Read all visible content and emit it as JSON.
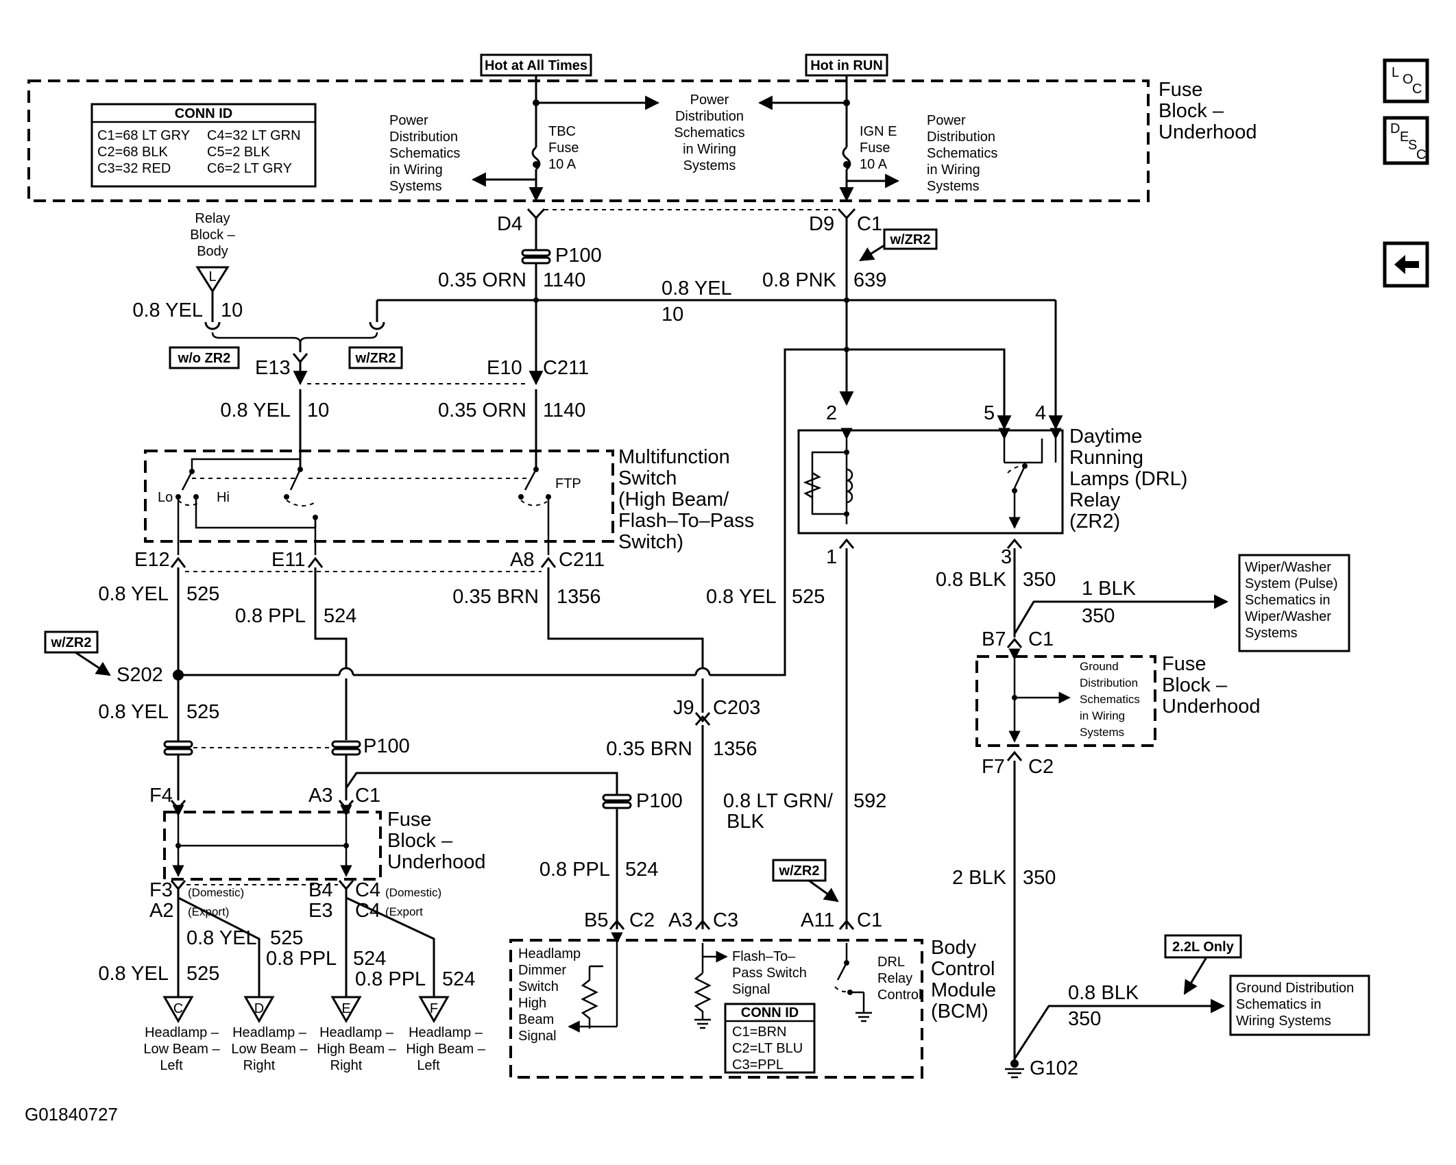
{
  "image_id": "G01840727",
  "sources": {
    "hot_all_times": "Hot at All Times",
    "hot_in_run": "Hot in RUN"
  },
  "fuse_block_top": {
    "label": [
      "Fuse",
      "Block –",
      "Underhood"
    ]
  },
  "conn_id_top": {
    "title": "CONN ID",
    "rows": [
      "C1=68 LT GRY",
      "C4=32 LT GRN",
      "C2=68 BLK",
      "C5=2 BLK",
      "C3=32 RED",
      "C6=2 LT GRY"
    ]
  },
  "tbc_fuse": [
    "TBC",
    "Fuse",
    "10 A"
  ],
  "ign_fuse": [
    "IGN E",
    "Fuse",
    "10 A"
  ],
  "pds_center": [
    "Power",
    "Distribution",
    "Schematics",
    "in Wiring",
    "Systems"
  ],
  "pds_left": [
    "Power",
    "Distribution",
    "Schematics",
    "in Wiring",
    "Systems"
  ],
  "pds_right": [
    "Power",
    "Distribution",
    "Schematics",
    "in Wiring",
    "Systems"
  ],
  "relay_block": [
    "Relay",
    "Block –",
    "Body"
  ],
  "relay_block_terminal": "L",
  "conn": {
    "d4": "D4",
    "d9": "D9",
    "c1_top": "C1",
    "p100_top": "P100",
    "e13": "E13",
    "e10": "E10",
    "c211_top": "C211",
    "e12": "E12",
    "e11": "E11",
    "a8": "A8",
    "c211_bot": "C211",
    "s202": "S202",
    "p100_mid": "P100",
    "j9": "J9",
    "c203": "C203",
    "f4": "F4",
    "a3": "A3",
    "c1_mid": "C1",
    "p100_low": "P100",
    "f3": "F3",
    "a2": "A2",
    "b4": "B4",
    "e3": "E3",
    "c4a": "C4",
    "c4b": "C4",
    "domestic": "(Domestic)",
    "export_l": "(Export)",
    "domestic_r": "(Domestic)",
    "export_r": "(Export",
    "b5": "B5",
    "c2": "C2",
    "a3_bcm": "A3",
    "c3": "C3",
    "a11": "A11",
    "c1_bcm": "C1",
    "b7": "B7",
    "c1_fb": "C1",
    "f7": "F7",
    "c2_fb": "C2",
    "g102": "G102"
  },
  "wires": {
    "yel10_a": "0.8 YEL",
    "yel10_a_n": "10",
    "orn1140_a": "0.35 ORN",
    "orn1140_a_n": "1140",
    "yel10_b": "0.8 YEL",
    "yel10_b_n": "10",
    "pnk639": "0.8 PNK",
    "pnk639_n": "639",
    "yel10_c": "0.8 YEL",
    "yel10_c_n": "10",
    "orn1140_b": "0.35 ORN",
    "orn1140_b_n": "1140",
    "yel525_a": "0.8 YEL",
    "yel525_a_n": "525",
    "ppl524_a": "0.8 PPL",
    "ppl524_a_n": "524",
    "brn1356_a": "0.35 BRN",
    "brn1356_a_n": "1356",
    "yel525_b": "0.8 YEL",
    "yel525_b_n": "525",
    "yel525_c": "0.8 YEL",
    "yel525_c_n": "525",
    "brn1356_b": "0.35 BRN",
    "brn1356_b_n": "1356",
    "ltgrn592": "0.8 LT GRN/",
    "ltgrn592_b": "BLK",
    "ltgrn592_n": "592",
    "ppl524_b": "0.8 PPL",
    "ppl524_b_n": "524",
    "yel525_d": "0.8 YEL",
    "yel525_d_n": "525",
    "ppl524_c": "0.8 PPL",
    "ppl524_c_n": "524",
    "yel525_e": "0.8 YEL",
    "yel525_e_n": "525",
    "ppl524_d": "0.8 PPL",
    "ppl524_d_n": "524",
    "blk350_a": "0.8 BLK",
    "blk350_a_n": "350",
    "blk350_b": "1 BLK",
    "blk350_b_n": "350",
    "blk350_c": "2 BLK",
    "blk350_c_n": "350",
    "blk350_d": "0.8 BLK",
    "blk350_d_n": "350"
  },
  "tags": {
    "wo_zr2": "w/o ZR2",
    "w_zr2": "w/ZR2",
    "l22": "2.2L Only"
  },
  "mfs": {
    "label": [
      "Multifunction",
      "Switch",
      "(High Beam/",
      "Flash–To–Pass",
      "Switch)"
    ],
    "lo": "Lo",
    "hi": "Hi",
    "ftp": "FTP"
  },
  "drl": {
    "label": [
      "Daytime",
      "Running",
      "Lamps (DRL)",
      "Relay",
      "(ZR2)"
    ],
    "pins": [
      "2",
      "5",
      "4",
      "1",
      "3"
    ]
  },
  "fuse_block_mid": {
    "label": [
      "Fuse",
      "Block –",
      "Underhood"
    ]
  },
  "fuse_block_right": {
    "label": [
      "Fuse",
      "Block –",
      "Underhood"
    ]
  },
  "ground_dist_box": [
    "Ground",
    "Distribution",
    "Schematics",
    "in Wiring",
    "Systems"
  ],
  "wiper_box": [
    "Wiper/Washer",
    "System (Pulse)",
    "Schematics in",
    "Wiper/Washer",
    "Systems"
  ],
  "ground_box": [
    "Ground Distribution",
    "Schematics in",
    "Wiring Systems"
  ],
  "lamps": [
    {
      "letter": "C",
      "label": [
        "Headlamp –",
        "Low Beam –",
        "Left"
      ]
    },
    {
      "letter": "D",
      "label": [
        "Headlamp –",
        "Low Beam –",
        "Right"
      ]
    },
    {
      "letter": "E",
      "label": [
        "Headlamp –",
        "High Beam –",
        "Right"
      ]
    },
    {
      "letter": "F",
      "label": [
        "Headlamp –",
        "High Beam –",
        "Left"
      ]
    }
  ],
  "bcm": {
    "label": [
      "Body",
      "Control",
      "Module",
      "(BCM)"
    ],
    "dimmer": [
      "Headlamp",
      "Dimmer",
      "Switch",
      "High",
      "Beam",
      "Signal"
    ],
    "ftp": [
      "Flash–To–",
      "Pass Switch",
      "Signal"
    ],
    "drl": [
      "DRL",
      "Relay",
      "Control"
    ],
    "conn_title": "CONN ID",
    "conn_rows": [
      "C1=BRN",
      "C2=LT BLU",
      "C3=PPL"
    ]
  },
  "nav": {
    "loc": [
      "L",
      "O",
      "C"
    ],
    "desc": [
      "D",
      "E",
      "S",
      "C"
    ],
    "back": "back-arrow-icon"
  }
}
